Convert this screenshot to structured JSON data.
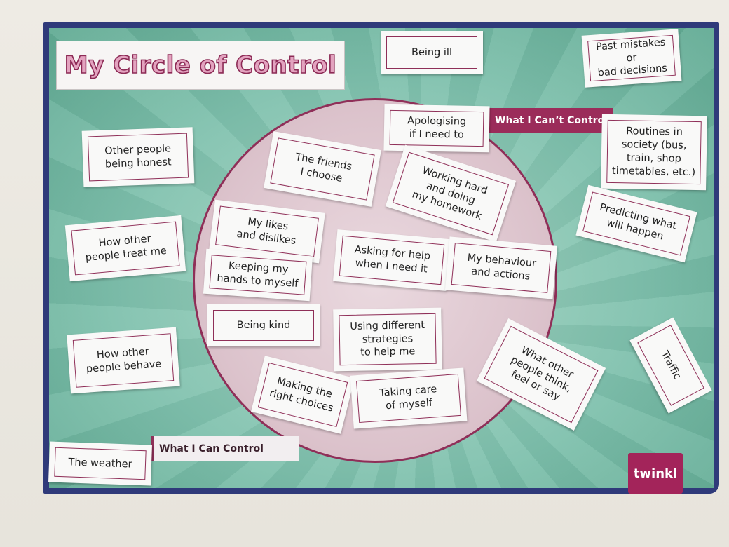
{
  "title": "My Circle of Control",
  "banners": {
    "can": "What I Can Control",
    "cant": "What I Can’t Contro"
  },
  "logo": "twinkl",
  "cards": {
    "being_ill": "Being ill",
    "past_mistakes": "Past mistakes or\nbad decisions",
    "apologising": "Apologising\nif I need to",
    "other_people_honest": "Other people\nbeing honest",
    "friends": "The friends\nI choose",
    "working_hard": "Working hard\nand doing\nmy homework",
    "routines": "Routines in\nsociety (bus,\ntrain, shop\ntimetables, etc.)",
    "predicting": "Predicting what\nwill happen",
    "likes": "My likes\nand dislikes",
    "asking_help": "Asking for help\nwhen I need it",
    "behaviour": "My behaviour\nand actions",
    "how_treat": "How other\npeople treat me",
    "hands": "Keeping my\nhands to myself",
    "being_kind": "Being kind",
    "strategies": "Using different\nstrategies\nto help me",
    "how_behave": "How other\npeople behave",
    "others_think": "What other\npeople think,\nfeel or say",
    "traffic": "Traffic",
    "choices": "Making the\nright choices",
    "taking_care": "Taking care\nof myself",
    "weather": "The weather"
  },
  "colors": {
    "accent": "#9b2c5a",
    "background_green": "#7fc1ad",
    "circle_pink": "#dcc3cc",
    "frame_navy": "#2f3a7a"
  }
}
